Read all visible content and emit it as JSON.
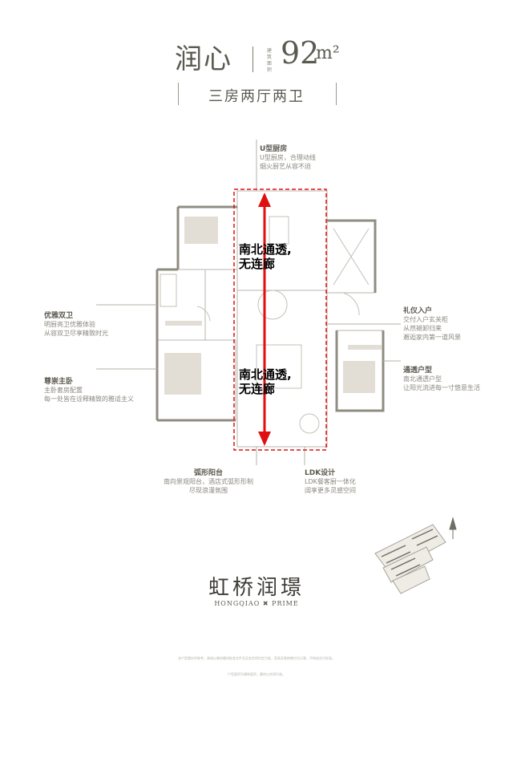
{
  "header": {
    "name": "润心",
    "area_number": "92",
    "area_unit": "m²",
    "area_caption": "建筑面积",
    "layout_type": "三房两厅两卫"
  },
  "callouts": {
    "u_kitchen": {
      "title": "U型厨房",
      "lines": [
        "U型厨房，合理动线",
        "烟火厨艺从容不迫"
      ]
    },
    "elegant_bath": {
      "title": "优雅双卫",
      "lines": [
        "明厨亮卫优雅体验",
        "从容双卫尽享精致时光"
      ]
    },
    "master_bed": {
      "title": "尊崇主卧",
      "lines": [
        "主卧套房配置",
        "每一处皆在诠释精致的雅适主义"
      ]
    },
    "entry": {
      "title": "礼仪入户",
      "lines": [
        "交付入户玄关柜",
        "从然褪卸归来",
        "邂逅家内第一道风景"
      ]
    },
    "through_layout": {
      "title": "通透户型",
      "lines": [
        "南北通透户型",
        "让阳光流进每一寸悠意生活"
      ]
    },
    "balcony": {
      "title": "弧形阳台",
      "lines": [
        "南向景观阳台，酒店式弧形形制",
        "尽现浪漫氛围"
      ]
    },
    "ldk": {
      "title": "LDK设计",
      "lines": [
        "LDK餐客厨一体化",
        "阔享更多灵感空间"
      ]
    }
  },
  "annotations": {
    "north_label_line1": "南北通透,",
    "north_label_line2": "无连廊",
    "south_label_line1": "南北通透,",
    "south_label_line2": "无连廊",
    "arrow_color": "#e01010",
    "box_color": "#e01010"
  },
  "brand": {
    "name_cn": "虹桥润璟",
    "name_en": "HONGQIAO ✖ PRIME"
  },
  "disclaimer": {
    "line1": "本户型图仅供参考，具体以政府最终批准文件及买卖合同约定为准，家具及装饰物均为示意，不构成交付标准。",
    "line2": "户型面积为建筑面积，最终以实测为准。"
  },
  "icons": {
    "compass": "north-arrow-icon",
    "site_plan": "site-plan-thumbnail"
  }
}
